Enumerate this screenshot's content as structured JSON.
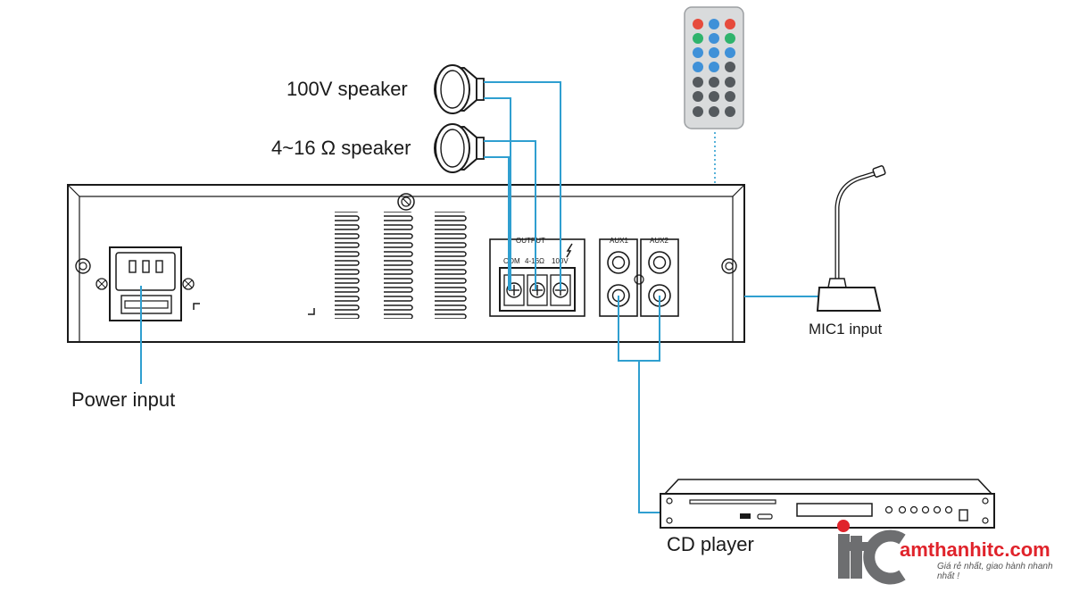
{
  "labels": {
    "speaker_100v": "100V speaker",
    "speaker_4_16": "4~16 Ω speaker",
    "power_input": "Power input",
    "mic_input": "MIC1 input",
    "cd_player": "CD player"
  },
  "panel": {
    "output_label": "OUTPUT",
    "terminal_labels": [
      "COM",
      "4-16Ω",
      "100V"
    ],
    "aux1_label": "AUX1",
    "aux2_label": "AUX2"
  },
  "logo": {
    "brand_text": "amthanhitc.com",
    "tagline": "Giá rẻ nhất, giao hành nhanh nhất !"
  },
  "colors": {
    "wire": "#2f9fd0",
    "outline": "#1a1a1a",
    "logo_red": "#e0232b",
    "logo_gray": "#6d6e70"
  },
  "icons": [
    "remote-control-icon",
    "gooseneck-microphone-icon",
    "speaker-icon",
    "cd-player-icon",
    "iec-power-socket-icon",
    "rca-jack-icon"
  ]
}
